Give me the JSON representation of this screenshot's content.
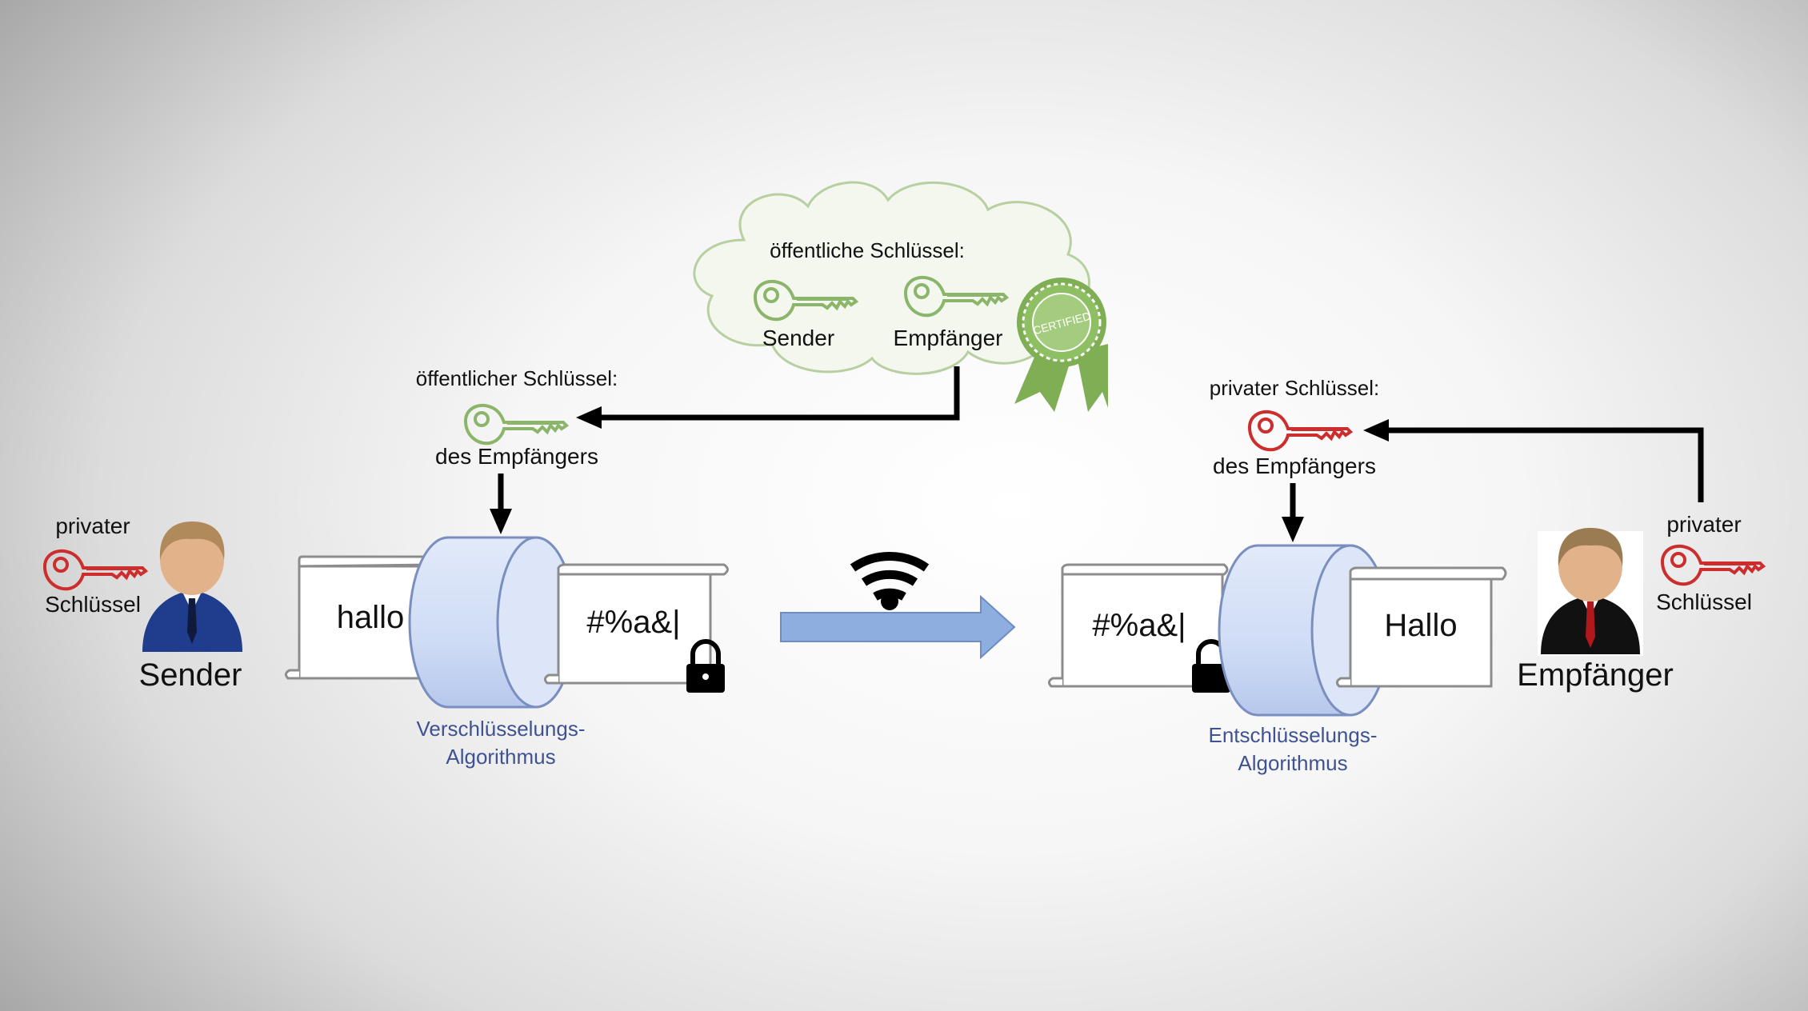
{
  "cloud": {
    "title": "öffentliche Schlüssel:",
    "key_sender": "Sender",
    "key_receiver": "Empfänger"
  },
  "badge": {
    "text": "CERTIFIED"
  },
  "left": {
    "public_key_title": "öffentlicher Schlüssel:",
    "public_key_owner": "des Empfängers",
    "private_key_top": "privater",
    "private_key_bottom": "Schlüssel",
    "person_name": "Sender",
    "plain_text": "hallo",
    "cipher_text": "#%a&|",
    "algorithm_line1": "Verschlüsselungs-",
    "algorithm_line2": "Algorithmus"
  },
  "right": {
    "private_key_title": "privater Schlüssel:",
    "private_key_owner": "des Empfängers",
    "private_key_top": "privater",
    "private_key_bottom": "Schlüssel",
    "person_name": "Empfänger",
    "cipher_text": "#%a&|",
    "plain_text": "Hallo",
    "algorithm_line1": "Entschlüsselungs-",
    "algorithm_line2": "Algorithmus"
  },
  "colors": {
    "public_key": "#8ab56b",
    "private_key": "#cc2d2d",
    "cylinder_fill": "#cfdcf5",
    "cylinder_stroke": "#7a8fbf",
    "transfer_arrow": "#8eaee0",
    "certificate": "#7fae55",
    "algorithm_text": "#3f5291"
  },
  "icons": {
    "public_key": "key-icon",
    "private_key": "key-icon",
    "lock": "padlock-icon",
    "wifi": "wifi-icon",
    "person": "user-avatar-icon",
    "certificate": "certificate-rosette-icon"
  }
}
